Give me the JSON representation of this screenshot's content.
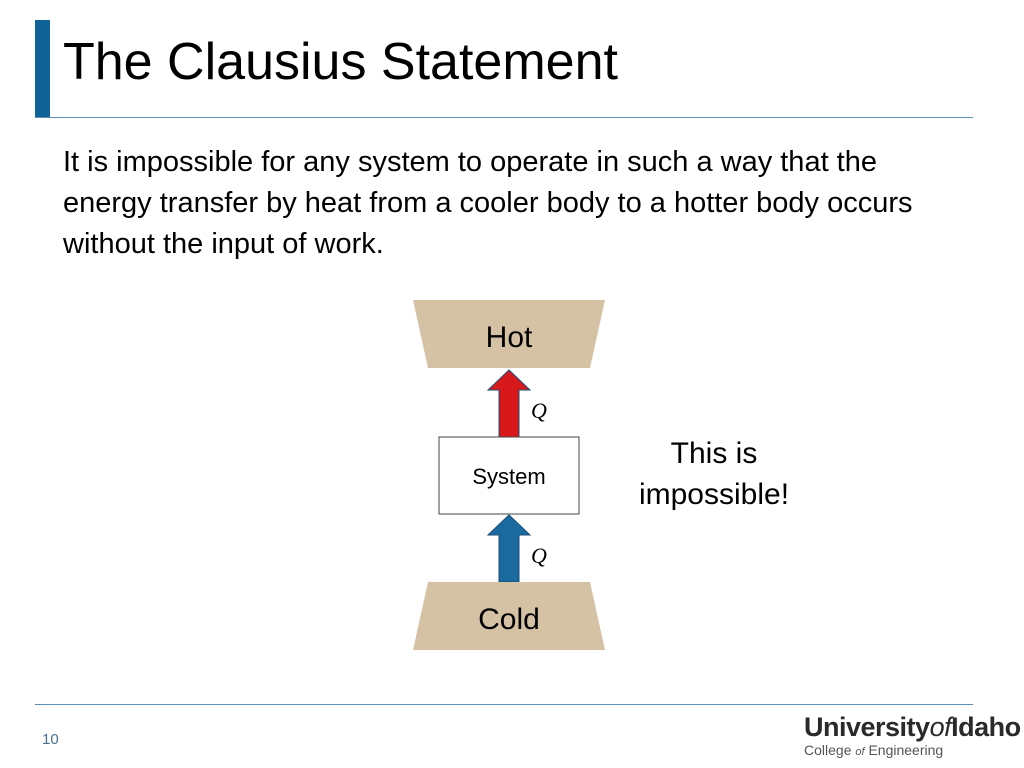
{
  "slide": {
    "title": "The Clausius Statement",
    "body": "It is impossible for any system to operate in such a way that the energy transfer by heat from a cooler body to a hotter body occurs without the input of work.",
    "page_number": "10"
  },
  "diagram": {
    "hot_label": "Hot",
    "cold_label": "Cold",
    "system_label": "System",
    "top_heat_label": "Q",
    "bottom_heat_label": "Q",
    "note_line1": "This is",
    "note_line2": "impossible!",
    "colors": {
      "reservoir": "#d5c2a5",
      "hot_arrow": "#d7191c",
      "cold_arrow": "#1a6aa0"
    }
  },
  "logo": {
    "university": "University",
    "of": "of",
    "idaho": "Idaho",
    "college": "College",
    "engineering": "Engineering"
  }
}
